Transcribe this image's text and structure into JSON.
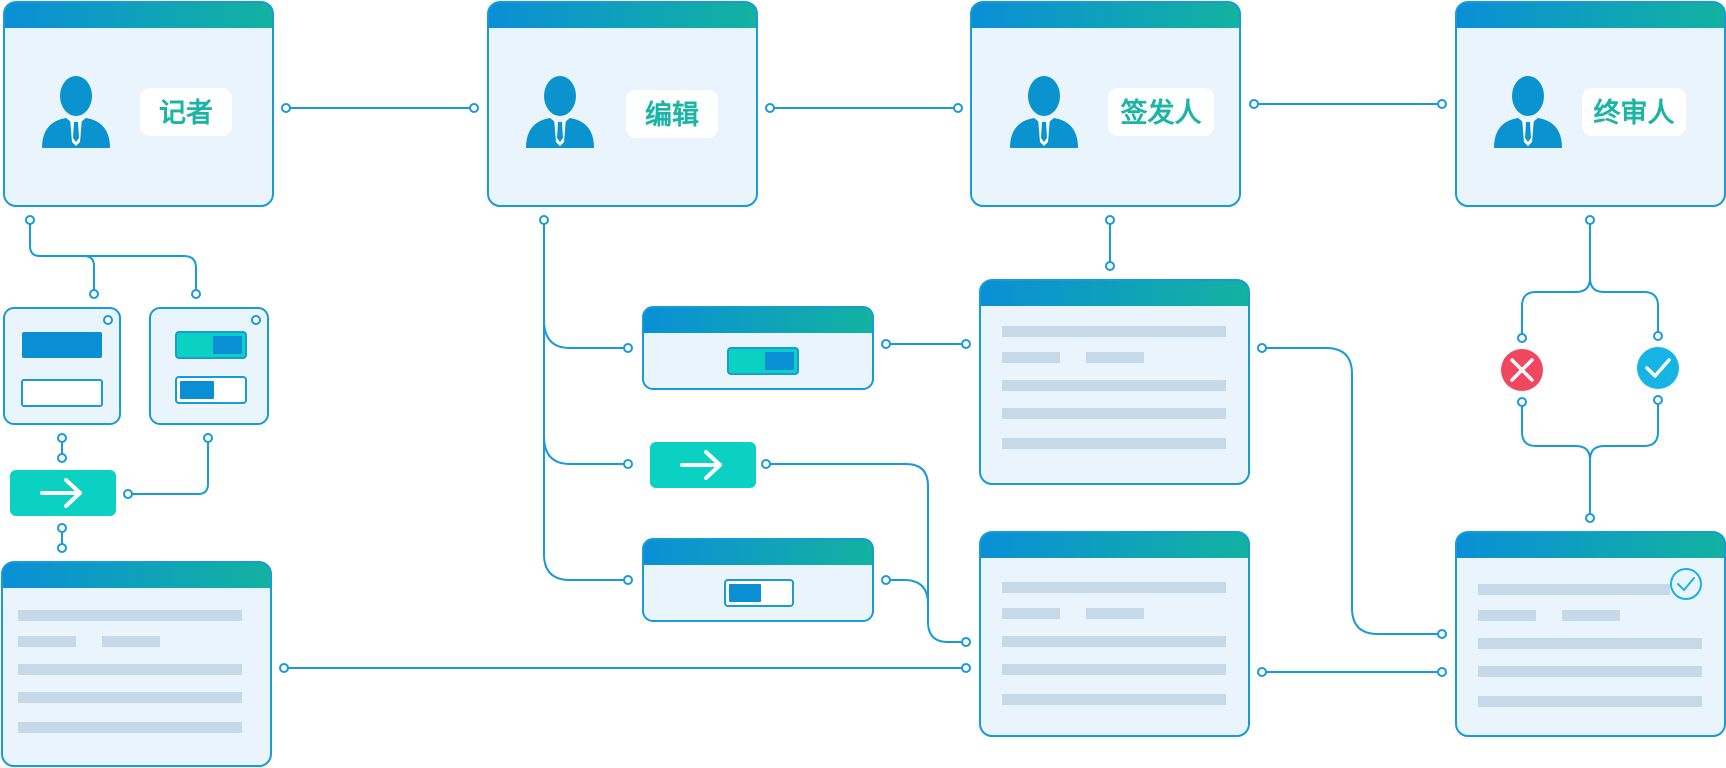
{
  "roles": [
    {
      "key": "reporter",
      "label": "记者"
    },
    {
      "key": "editor",
      "label": "编辑"
    },
    {
      "key": "issuer",
      "label": "签发人"
    },
    {
      "key": "final-reviewer",
      "label": "终审人"
    }
  ],
  "colors": {
    "line": "#1a9bd7",
    "card_fill": "#eaf4fc",
    "header_start": "#0a8fd6",
    "header_end": "#13b2a0",
    "teal": "#0ad1c2",
    "blue": "#0b8fd4",
    "text_line": "#c6d9e9",
    "reject": "#f0475f",
    "approve": "#16b4e4",
    "role_text": "#1bb5a6",
    "avatar": "#0a93cf"
  },
  "icons": {
    "avatar": "person-avatar-icon",
    "arrow": "arrow-right-icon",
    "reject": "reject-x-icon",
    "approve": "approve-check-icon",
    "done": "check-circle-icon"
  }
}
